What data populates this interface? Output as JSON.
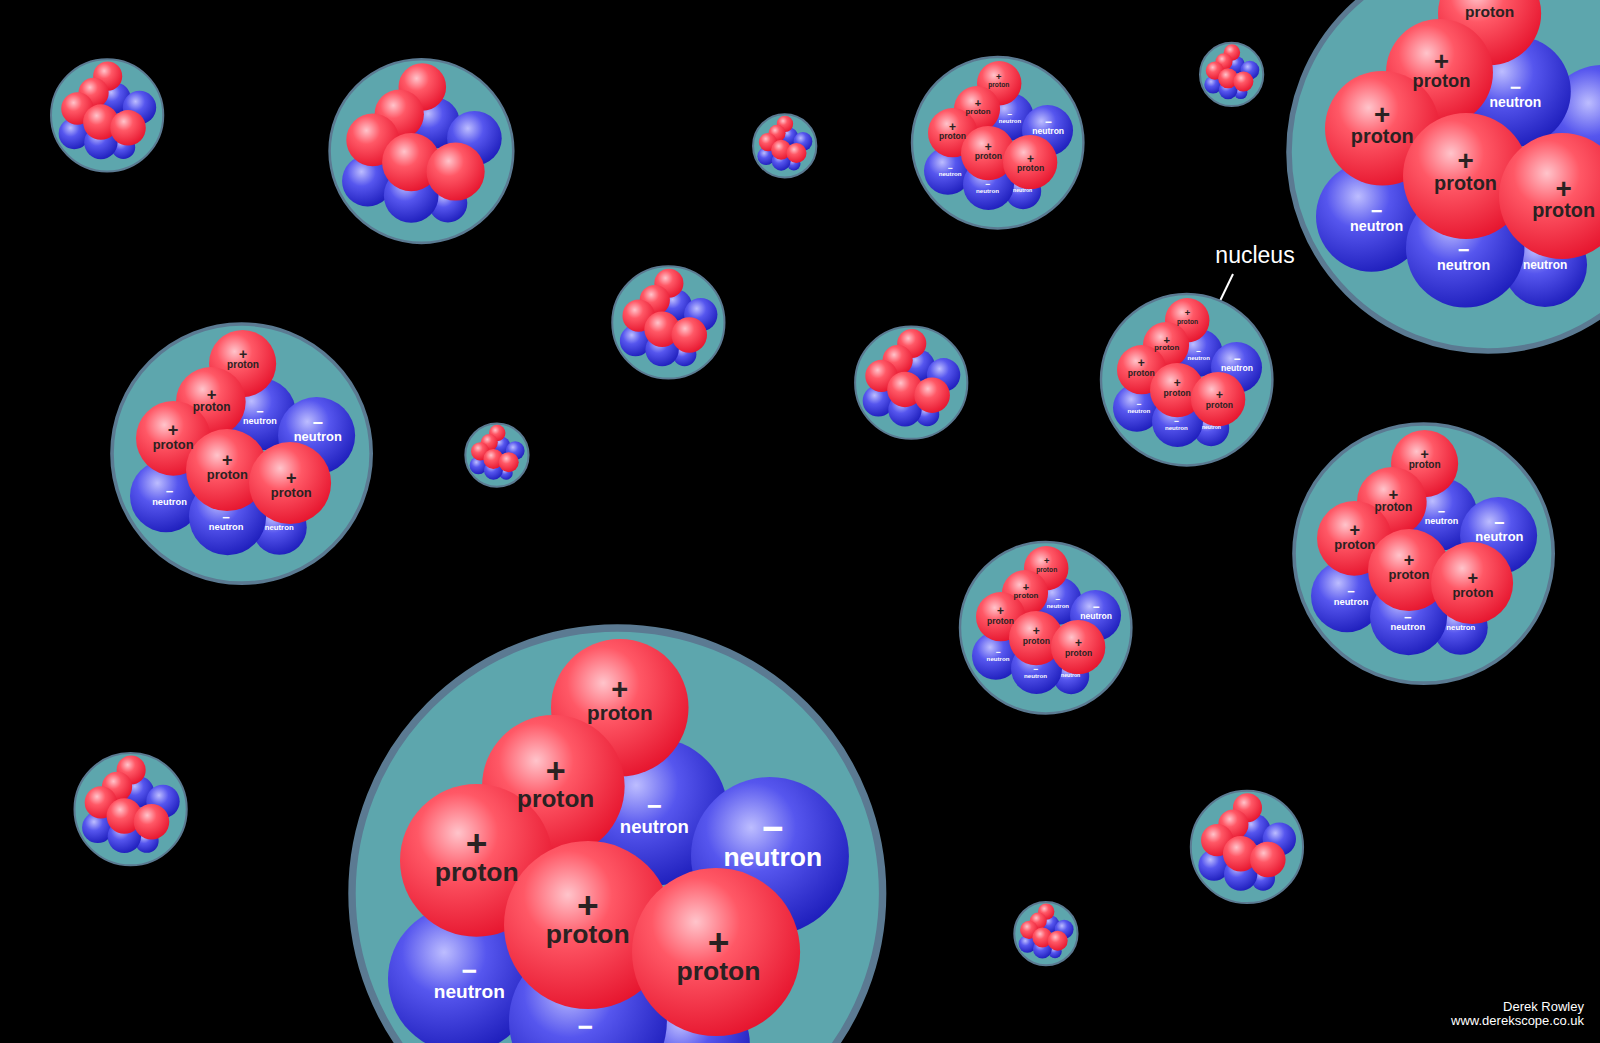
{
  "diagram": {
    "nodes": [
      {
        "text": []
      },
      {
        "text": [
          "+",
          "proton"
        ],
        "in": 0
      },
      {
        "text": [
          "+",
          "proton"
        ],
        "in": 0
      },
      {
        "text": [
          "−",
          "neutron"
        ],
        "in": 0
      },
      {
        "text": [
          "−",
          "neutron"
        ],
        "in": 0
      },
      {
        "text": [
          "+",
          "proton"
        ],
        "in": 0
      },
      {
        "text": [
          "+",
          "proton"
        ],
        "in": 0
      },
      {
        "text": [
          "+",
          "proton"
        ],
        "in": 0
      },
      {
        "text": [
          "−",
          "neutron"
        ],
        "in": 0
      },
      {
        "text": [
          "−",
          "neutron"
        ],
        "in": 0
      },
      {
        "text": [
          "neutron"
        ],
        "in": 0
      },
      {
        "text": []
      },
      {
        "text": [
          "proton"
        ],
        "in": 11
      },
      {
        "text": [
          "+",
          "proton"
        ],
        "in": 11
      },
      {
        "text": [
          "−",
          "neutron"
        ],
        "in": 11
      },
      {
        "text": [
          "+",
          "proton"
        ],
        "in": 11
      },
      {
        "text": [
          "+",
          "proton"
        ],
        "in": 11
      },
      {
        "text": [
          "+",
          "proton"
        ],
        "in": 11
      },
      {
        "text": [
          "−",
          "neutron"
        ],
        "in": 11
      },
      {
        "text": [
          "−",
          "neutron"
        ],
        "in": 11
      },
      {
        "text": [
          "neutron"
        ],
        "in": 11
      },
      {
        "text": []
      },
      {
        "text": [
          "+",
          "proton"
        ],
        "in": 21
      },
      {
        "text": [
          "+",
          "proton"
        ],
        "in": 21
      },
      {
        "text": [
          "−",
          "neutron"
        ],
        "in": 21
      },
      {
        "text": [
          "−",
          "neutron"
        ],
        "in": 21
      },
      {
        "text": [
          "+",
          "proton"
        ],
        "in": 21
      },
      {
        "text": [
          "+",
          "proton"
        ],
        "in": 21
      },
      {
        "text": [
          "+",
          "proton"
        ],
        "in": 21
      },
      {
        "text": [
          "−",
          "neutron"
        ],
        "in": 21
      },
      {
        "text": [
          "−",
          "neutron"
        ],
        "in": 21
      },
      {
        "text": [
          "neutron"
        ],
        "in": 21
      },
      {
        "text": []
      },
      {
        "text": [
          "+",
          "proton"
        ],
        "in": 32
      },
      {
        "text": [
          "+",
          "proton"
        ],
        "in": 32
      },
      {
        "text": [
          "−",
          "neutron"
        ],
        "in": 32
      },
      {
        "text": [
          "−",
          "neutron"
        ],
        "in": 32
      },
      {
        "text": [
          "+",
          "proton"
        ],
        "in": 32
      },
      {
        "text": [
          "+",
          "proton"
        ],
        "in": 32
      },
      {
        "text": [
          "+",
          "proton"
        ],
        "in": 32
      },
      {
        "text": [
          "−",
          "neutron"
        ],
        "in": 32
      },
      {
        "text": [
          "−",
          "neutron"
        ],
        "in": 32
      },
      {
        "text": [
          "neutron"
        ],
        "in": 32
      },
      {
        "text": []
      },
      {
        "text": [
          "+",
          "proton"
        ],
        "in": 43
      },
      {
        "text": [
          "+",
          "proton"
        ],
        "in": 43
      },
      {
        "text": [
          "−",
          "neutron"
        ],
        "in": 43
      },
      {
        "text": [
          "−",
          "neutron"
        ],
        "in": 43
      },
      {
        "text": [
          "+",
          "proton"
        ],
        "in": 43
      },
      {
        "text": [
          "+",
          "proton"
        ],
        "in": 43
      },
      {
        "text": [
          "+",
          "proton"
        ],
        "in": 43
      },
      {
        "text": [
          "−",
          "neutron"
        ],
        "in": 43
      },
      {
        "text": [
          "−",
          "neutron"
        ],
        "in": 43
      },
      {
        "text": [
          "neutron"
        ],
        "in": 43
      },
      {
        "text": []
      },
      {
        "text": [
          "+",
          "proton"
        ],
        "in": 54
      },
      {
        "text": [
          "+",
          "proton"
        ],
        "in": 54
      },
      {
        "text": [
          "−",
          "neutron"
        ],
        "in": 54
      },
      {
        "text": [
          "−",
          "neutron"
        ],
        "in": 54
      },
      {
        "text": [
          "+",
          "proton"
        ],
        "in": 54
      },
      {
        "text": [
          "+",
          "proton"
        ],
        "in": 54
      },
      {
        "text": [
          "+",
          "proton"
        ],
        "in": 54
      },
      {
        "text": [
          "−",
          "neutron"
        ],
        "in": 54
      },
      {
        "text": [
          "−",
          "neutron"
        ],
        "in": 54
      },
      {
        "text": [
          "neutron"
        ],
        "in": 54
      },
      {
        "text": []
      },
      {
        "text": [
          "+",
          "proton"
        ],
        "in": 65
      },
      {
        "text": [
          "+",
          "proton"
        ],
        "in": 65
      },
      {
        "text": [
          "−",
          "neutron"
        ],
        "in": 65
      },
      {
        "text": [
          "−",
          "neutron"
        ],
        "in": 65
      },
      {
        "text": [
          "+",
          "proton"
        ],
        "in": 65
      },
      {
        "text": [
          "+",
          "proton"
        ],
        "in": 65
      },
      {
        "text": [
          "+",
          "proton"
        ],
        "in": 65
      },
      {
        "text": [
          "−",
          "neutron"
        ],
        "in": 65
      },
      {
        "text": [
          "−"
        ],
        "in": 65
      }
    ],
    "labels": [
      "nucleus",
      "Derek Rowley",
      "www.derekscope.co.uk"
    ]
  }
}
